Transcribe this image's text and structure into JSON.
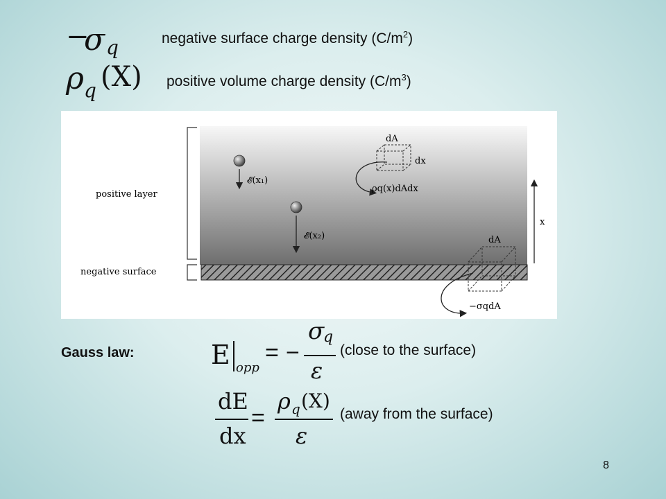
{
  "definitions": [
    {
      "symbol_sign": "−",
      "symbol_main": "σ",
      "symbol_sub": "q",
      "label": "negative surface charge density (C/m",
      "unit_exp": "2",
      "label_end": ")"
    },
    {
      "symbol_main": "ρ",
      "symbol_sub": "q",
      "symbol_arg": "(X)",
      "label": "positive volume charge density (C/m",
      "unit_exp": "3",
      "label_end": ")"
    }
  ],
  "figure": {
    "positive_layer_label": "positive layer",
    "negative_surface_label": "negative surface",
    "field1_label": "𝓔(x₁)",
    "field2_label": "𝓔(x₂)",
    "volume_charge_label": "ρq(x)dAdx",
    "surface_charge_label": "−σqdA",
    "dA_top": "dA",
    "dx_label": "dx",
    "dA_bottom": "dA",
    "x_axis_label": "x"
  },
  "gauss": {
    "title": "Gauss law:",
    "eq1": {
      "lhs": "E",
      "lhs_sub": "opp",
      "equals": "=",
      "minus": "−",
      "num": "σ",
      "num_sub": "q",
      "den": "ε",
      "note": "(close to the surface)"
    },
    "eq2": {
      "lhs_num": "dE",
      "lhs_den": "dx",
      "equals": "=",
      "num": "ρ",
      "num_sub": "q",
      "num_arg": "(X)",
      "den": "ε",
      "note": "(away from the surface)"
    }
  },
  "page_number": "8"
}
